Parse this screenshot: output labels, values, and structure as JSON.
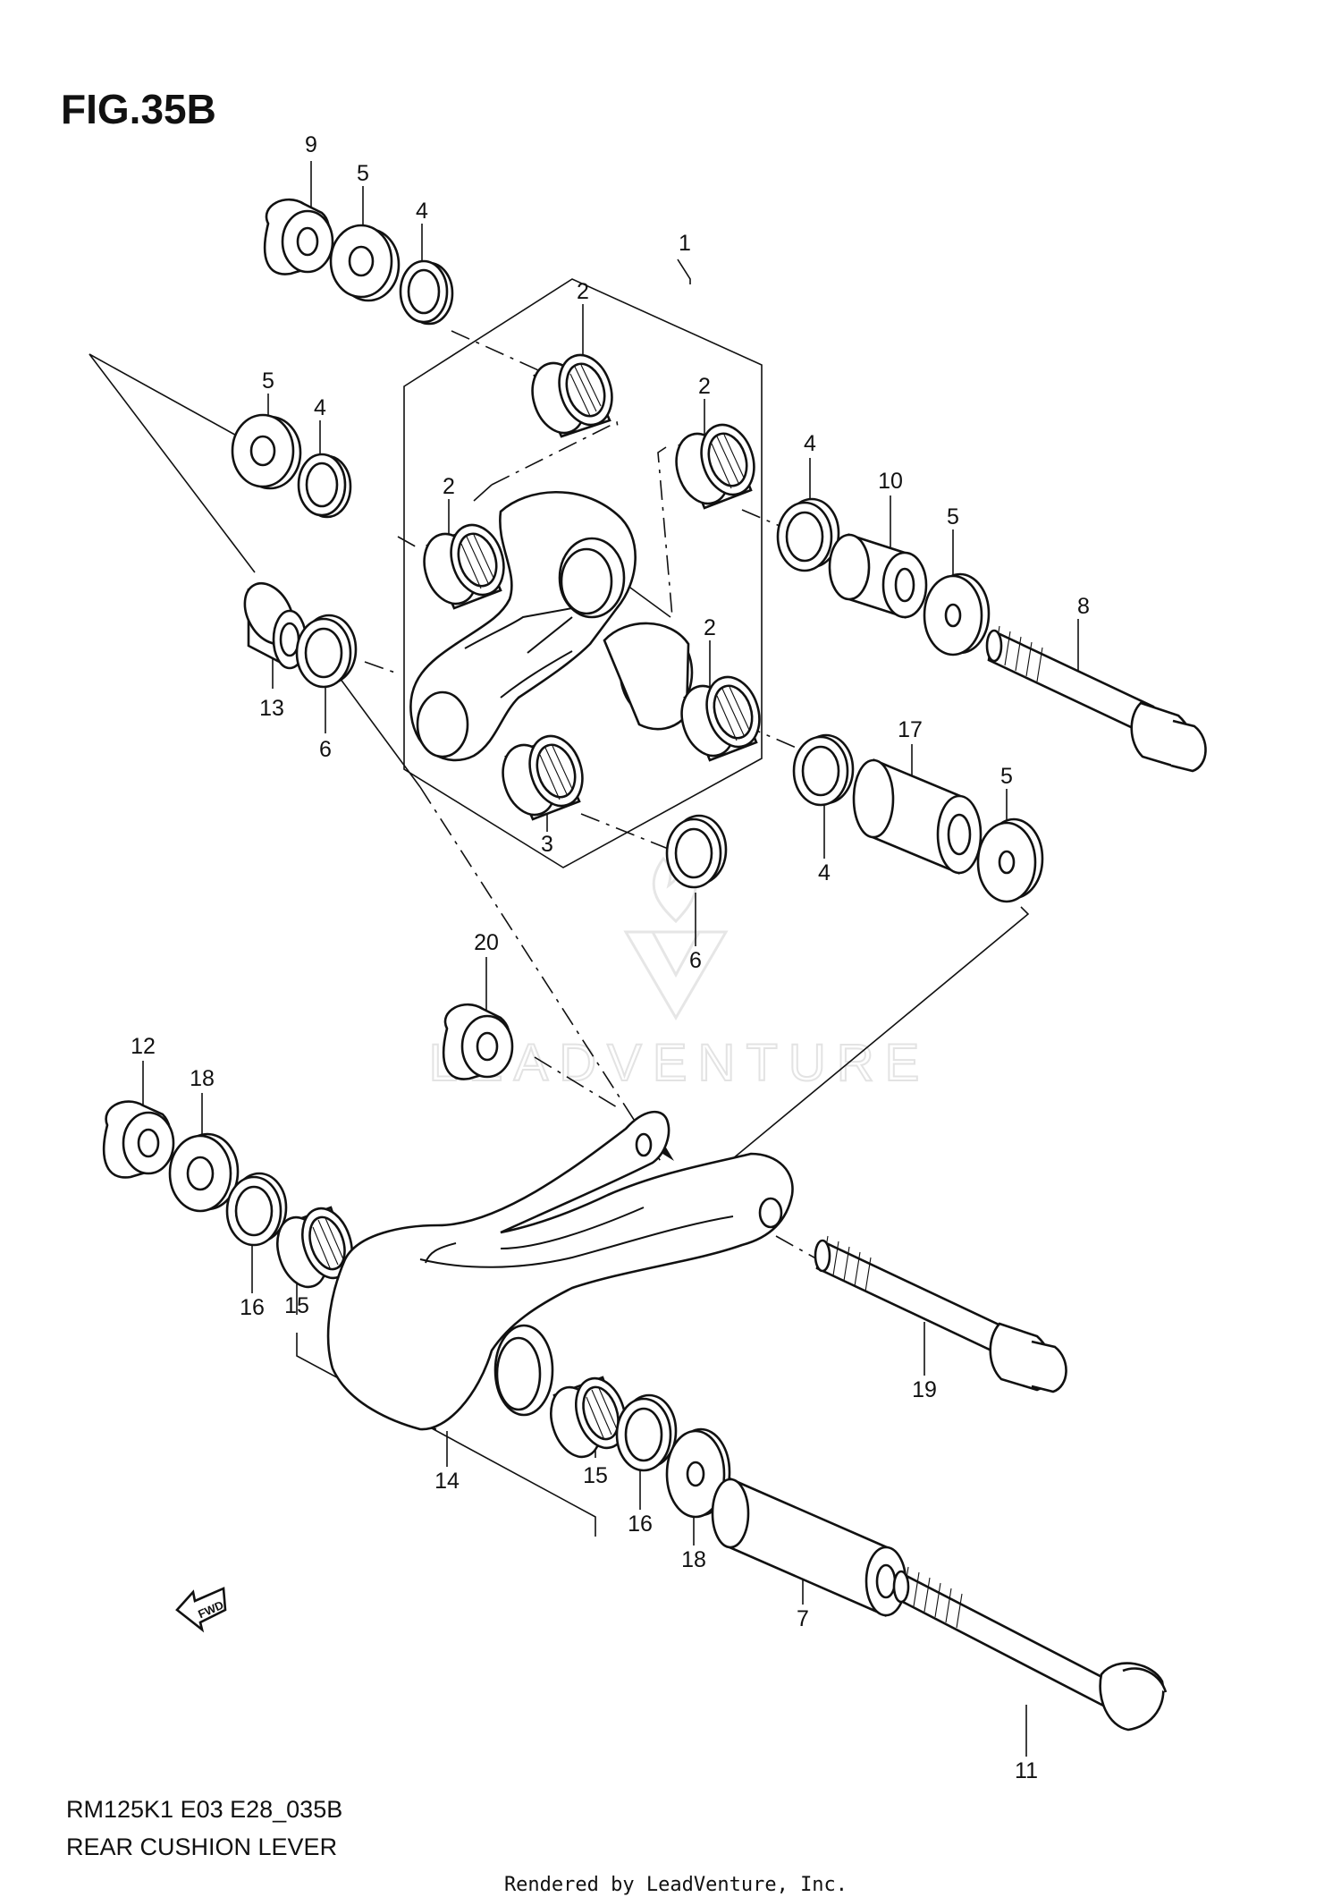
{
  "figure": {
    "title": "FIG.35B"
  },
  "footer": {
    "model_code": "RM125K1 E03 E28_035B",
    "caption": "REAR CUSHION LEVER",
    "rendered_by": "Rendered by LeadVenture, Inc."
  },
  "watermark": {
    "text": "LEADVENTURE"
  },
  "direction_badge": {
    "text": "FWD"
  },
  "callouts": {
    "c9": "9",
    "c5a": "5",
    "c4a": "4",
    "c1": "1",
    "c2a": "2",
    "c5b": "5",
    "c4b": "4",
    "c2b": "2",
    "c4c": "4",
    "c10": "10",
    "c5c": "5",
    "c2c": "2",
    "c8": "8",
    "c13": "13",
    "c6a": "6",
    "c2d": "2",
    "c17": "17",
    "c5d": "5",
    "c3": "3",
    "c4d": "4",
    "c6b": "6",
    "c20": "20",
    "c12": "12",
    "c18a": "18",
    "c16a": "16",
    "c15a": "15",
    "c19": "19",
    "c14": "14",
    "c15b": "15",
    "c16b": "16",
    "c18b": "18",
    "c7": "7",
    "c11": "11"
  }
}
